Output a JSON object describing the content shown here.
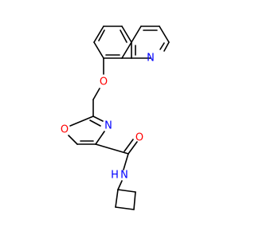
{
  "colors": {
    "bond": "#000000",
    "oxygen": "#ff0000",
    "nitrogen": "#0000ff",
    "background": "#ffffff"
  },
  "atoms": {
    "n_quinoline": "N",
    "o_ether": "O",
    "n_oxazole": "N",
    "o_oxazole": "O",
    "o_carbonyl": "O",
    "nh_amide": "N",
    "h_amide": "H"
  }
}
